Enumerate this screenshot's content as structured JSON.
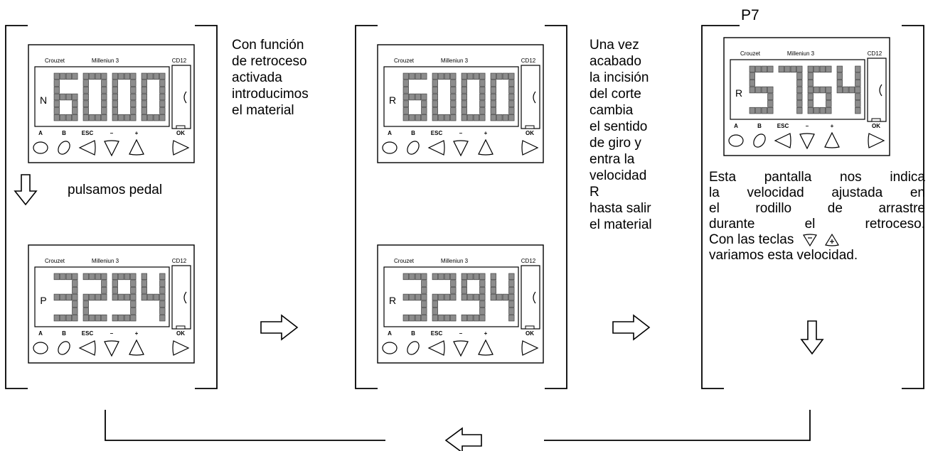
{
  "brand": "Crouzet",
  "model": "Milleniun 3",
  "module": "CD12",
  "buttons": [
    "A",
    "B",
    "ESC",
    "–",
    "+",
    "OK"
  ],
  "screens": [
    {
      "id": "s1",
      "letter": "N",
      "digits": "6000"
    },
    {
      "id": "s2",
      "letter": "P",
      "digits": "3294"
    },
    {
      "id": "s3",
      "letter": "R",
      "digits": "6000"
    },
    {
      "id": "s4",
      "letter": "R",
      "digits": "3294"
    },
    {
      "id": "s5",
      "letter": "R",
      "digits": "5764"
    }
  ],
  "panel3_label": "P7",
  "step_label": "pulsamos pedal",
  "description_1": "Con función\nde retroceso\nactivada\nintroducimos\nel material",
  "description_2": "Una vez\nacabado\nla incisión\ndel corte\ncambia\nel sentido\nde giro y\nentra la\nvelocidad\nR\nhasta salir\nel material",
  "description_3": {
    "lines": [
      "Esta  pantalla nos indica",
      "la velocidad ajustada en",
      "el rodillo  de  arrastre",
      "durante   el   retroceso."
    ],
    "keys_line_prefix": "Con  las  teclas",
    "last_line": "variamos esta velocidad."
  },
  "colors": {
    "line": "#000000",
    "segment_fill": "#8c8c8c",
    "segment_stroke": "#333333"
  }
}
